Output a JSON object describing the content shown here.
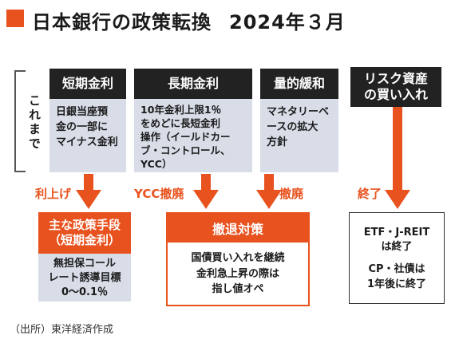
{
  "header": {
    "title": "日本銀行の政策転換",
    "date": "2024年３月"
  },
  "side_label": "これまで",
  "columns": [
    {
      "head": "短期金利",
      "body": [
        "日銀当座預",
        "金の一部に",
        "マイナス金利"
      ]
    },
    {
      "head": "長期金利",
      "body": [
        "10年金利上限1％",
        "をめどに長短金利",
        "操作（イールドカー",
        "ブ・コントロール、",
        "YCC）"
      ]
    },
    {
      "head": "量的緩和",
      "body": [
        "マネタリーベ",
        "ースの拡大",
        "方針"
      ]
    },
    {
      "head": [
        "リスク資産",
        "の買い入れ"
      ],
      "body": []
    }
  ],
  "arrows": [
    "利上げ",
    "YCC撤廃",
    "撤廃",
    "終了"
  ],
  "results": {
    "policy": {
      "head": [
        "主な政策手段",
        "（短期金利）"
      ],
      "body": [
        "無担保コール",
        "レート誘導目標",
        "0〜0.1％"
      ]
    },
    "exit": {
      "head": "撤退対策",
      "body": [
        "国債買い入れを継続",
        "金利急上昇の際は",
        "指し値オペ"
      ]
    },
    "end": {
      "lines1": [
        "ETF・J-REIT",
        "は終了"
      ],
      "lines2": [
        "CP・社債は",
        "1年後に終了"
      ]
    }
  },
  "source": "（出所）東洋経済作成",
  "colors": {
    "accent": "#e8521e",
    "dark": "#222222",
    "panel": "#d8dde8"
  }
}
